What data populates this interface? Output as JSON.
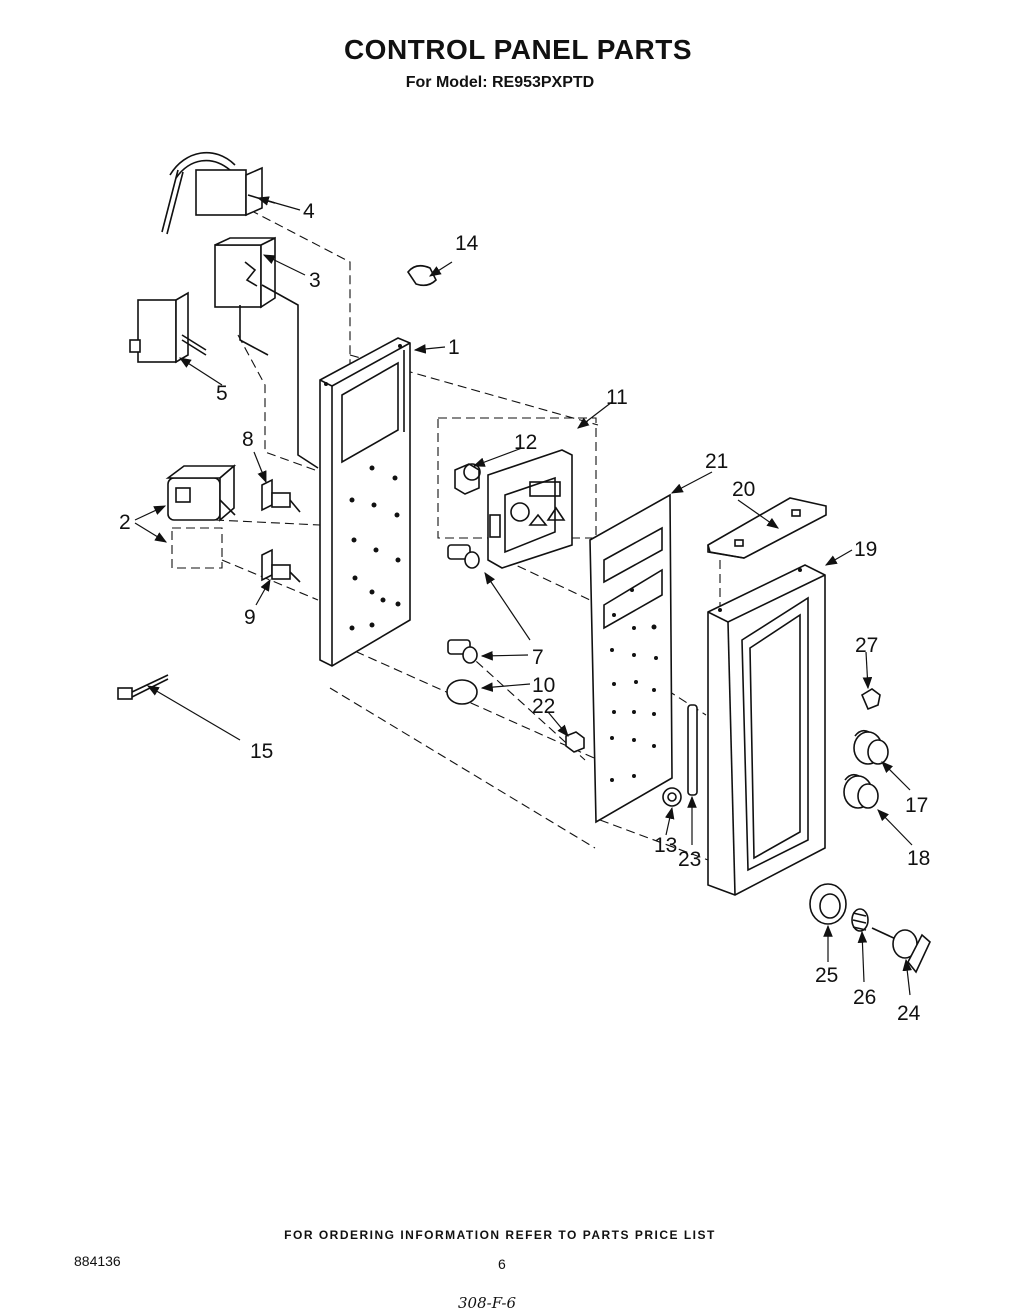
{
  "header": {
    "title": "CONTROL PANEL PARTS",
    "subtitle": "For Model: RE953PXPTD"
  },
  "callouts": [
    "1",
    "2",
    "3",
    "4",
    "5",
    "7",
    "8",
    "9",
    "10",
    "11",
    "12",
    "13",
    "14",
    "15",
    "17",
    "18",
    "19",
    "20",
    "21",
    "22",
    "23",
    "24",
    "25",
    "26",
    "27"
  ],
  "footer": {
    "ordering_note": "FOR ORDERING INFORMATION REFER TO PARTS PRICE LIST",
    "document_number": "884136",
    "page_number": "6",
    "handwritten_note": "308-F-6"
  }
}
